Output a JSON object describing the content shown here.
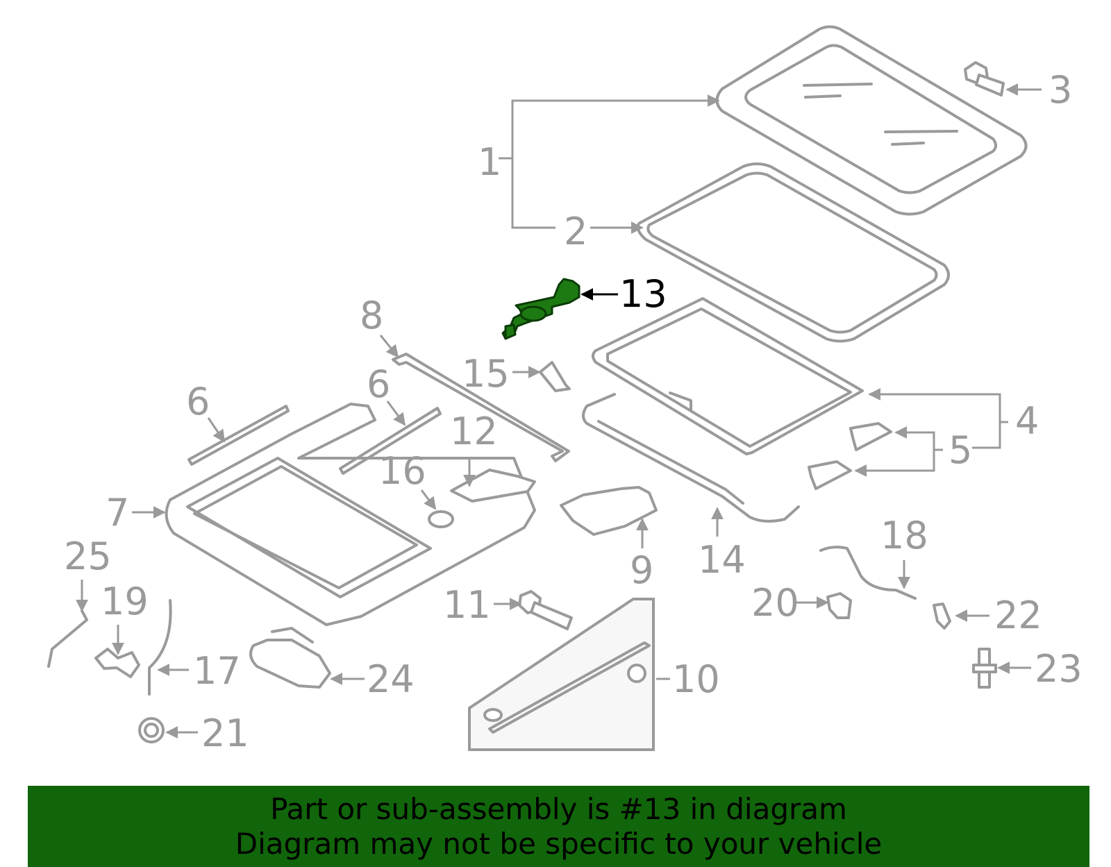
{
  "callouts": {
    "c1": "1",
    "c2": "2",
    "c3": "3",
    "c4": "4",
    "c5": "5",
    "c6a": "6",
    "c6b": "6",
    "c7": "7",
    "c8": "8",
    "c9": "9",
    "c10": "10",
    "c11": "11",
    "c12": "12",
    "c13": "13",
    "c14": "14",
    "c15": "15",
    "c16": "16",
    "c17": "17",
    "c18": "18",
    "c19": "19",
    "c20": "20",
    "c21": "21",
    "c22": "22",
    "c23": "23",
    "c24": "24",
    "c25": "25"
  },
  "highlight": {
    "part_number": "13",
    "color": "#1d7a12"
  },
  "banner": {
    "line1": "Part or sub-assembly is #13 in diagram",
    "line2": "Diagram may not be specific to your vehicle",
    "background": "#11650a"
  }
}
